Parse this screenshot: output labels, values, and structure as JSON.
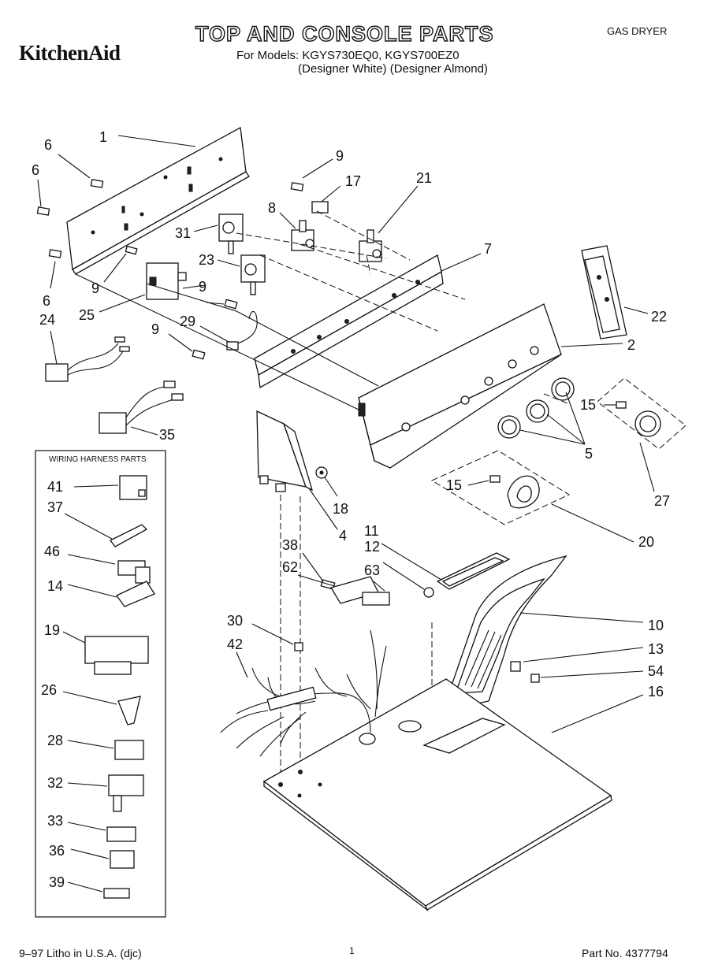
{
  "header": {
    "title": "TOP AND CONSOLE PARTS",
    "brand": "KitchenAid",
    "models": "For Models: KGYS730EQ0, KGYS700EZ0",
    "colors": "(Designer White) (Designer Almond)",
    "product_type": "GAS DRYER"
  },
  "wiring_box": {
    "title": "WIRING HARNESS PARTS"
  },
  "callouts": [
    "1",
    "6",
    "6",
    "6",
    "9",
    "9",
    "9",
    "9",
    "17",
    "8",
    "21",
    "31",
    "23",
    "7",
    "25",
    "24",
    "29",
    "22",
    "2",
    "15",
    "15",
    "5",
    "27",
    "20",
    "35",
    "18",
    "4",
    "11",
    "12",
    "38",
    "62",
    "63",
    "30",
    "42",
    "10",
    "13",
    "54",
    "16",
    "41",
    "37",
    "46",
    "14",
    "19",
    "26",
    "28",
    "32",
    "33",
    "36",
    "39"
  ],
  "footer": {
    "left": "9–97 Litho in U.S.A. (djc)",
    "page": "1",
    "right": "Part No. 4377794"
  }
}
